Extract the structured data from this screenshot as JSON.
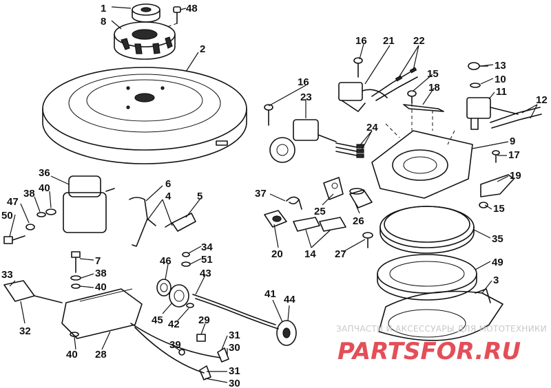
{
  "callouts": [
    "1",
    "2",
    "3",
    "4",
    "5",
    "6",
    "7",
    "8",
    "9",
    "10",
    "11",
    "12",
    "13",
    "14",
    "15",
    "16",
    "17",
    "18",
    "19",
    "20",
    "21",
    "22",
    "23",
    "24",
    "25",
    "26",
    "27",
    "28",
    "29",
    "30",
    "31",
    "32",
    "33",
    "34",
    "35",
    "36",
    "37",
    "38",
    "39",
    "40",
    "41",
    "42",
    "43",
    "44",
    "45",
    "46",
    "47",
    "48",
    "49",
    "50",
    "51"
  ],
  "labels": {
    "l1": "1",
    "l48": "48",
    "l8": "8",
    "l2": "2",
    "l16a": "16",
    "l21": "21",
    "l22": "22",
    "l13": "13",
    "l10": "10",
    "l15a": "15",
    "l18": "18",
    "l11": "11",
    "l12": "12",
    "l16b": "16",
    "l23": "23",
    "l24": "24",
    "l9": "9",
    "l17": "17",
    "l19": "19",
    "l15b": "15",
    "l36": "36",
    "l38a": "38",
    "l40a": "40",
    "l47": "47",
    "l50": "50",
    "l6": "6",
    "l4": "4",
    "l5": "5",
    "l37": "37",
    "l25": "25",
    "l26": "26",
    "l20": "20",
    "l14": "14",
    "l27": "27",
    "l35": "35",
    "l34": "34",
    "l51": "51",
    "l46": "46",
    "l43": "43",
    "l7": "7",
    "l38b": "38",
    "l40b": "40",
    "l33": "33",
    "l32": "32",
    "l41": "41",
    "l44": "44",
    "l45": "45",
    "l42": "42",
    "l49": "49",
    "l3": "3",
    "l29": "29",
    "l31a": "31",
    "l30a": "30",
    "l39": "39",
    "l28": "28",
    "l40c": "40",
    "l31b": "31",
    "l30b": "30"
  },
  "watermark": {
    "top_text": "ЗАПЧАСТИ И АКСЕССУАРЫ ДЛЯ МОТОТЕХНИКИ",
    "logo_text": "PARTSFOR.RU",
    "logo_color": "#e0303c"
  }
}
